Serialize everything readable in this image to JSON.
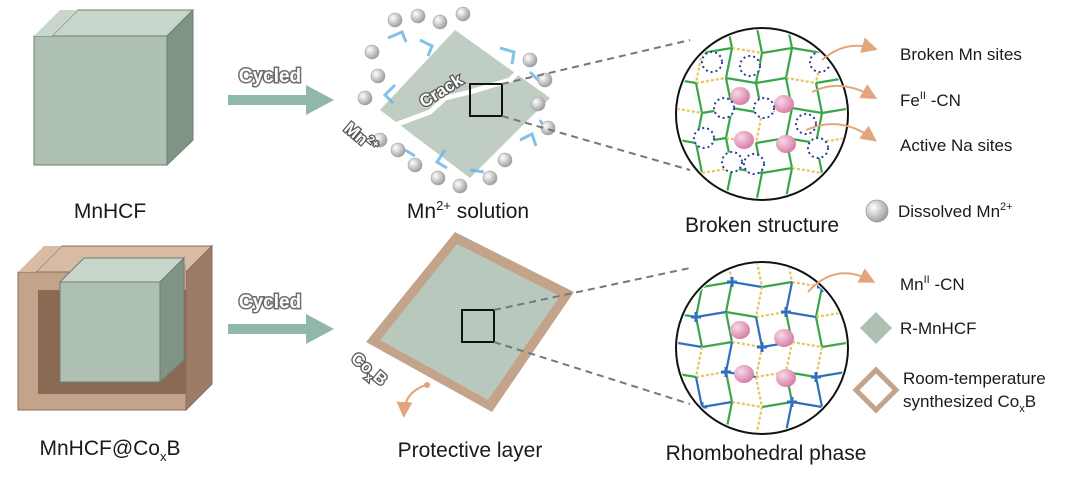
{
  "top_row": {
    "cube_label": "MnHCF",
    "arrow_label": "Cycled",
    "crack_label": "Crack",
    "mn_ion_label": "Mn",
    "mn_ion_charge": "2+",
    "solution_label_prefix": "Mn",
    "solution_label_sup": "2+",
    "solution_label_suffix": " solution",
    "circle_title": "Broken structure",
    "callouts": {
      "broken_mn": "Broken Mn sites",
      "fe_cn_prefix": "Fe",
      "fe_cn_sup": "II",
      "fe_cn_suffix": " -CN",
      "active_na": "Active Na sites"
    },
    "legend_dissolved_prefix": "Dissolved  Mn",
    "legend_dissolved_sup": "2+"
  },
  "bottom_row": {
    "cube_label_prefix": "MnHCF@Co",
    "cube_label_sub": "x",
    "cube_label_suffix": "B",
    "arrow_label": "Cycled",
    "coating_label_prefix": "Co",
    "coating_label_sub": "x",
    "coating_label_suffix": "B",
    "layer_label": "Protective layer",
    "circle_title": "Rhombohedral phase",
    "callouts": {
      "mn_cn_prefix": "Mn",
      "mn_cn_sup": "II",
      "mn_cn_suffix": " -CN",
      "r_mnhcf": "R-MnHCF",
      "room_temp_line1": "Room-temperature",
      "room_temp_line2_prefix": "synthesized Co",
      "room_temp_line2_sub": "x",
      "room_temp_line2_suffix": "B"
    }
  },
  "colors": {
    "cube_front": "#aec0b2",
    "cube_top": "#c9d6cc",
    "cube_side": "#7f9485",
    "shell_front": "#c4a38b",
    "shell_top": "#d8bba5",
    "shell_side": "#9c7c66",
    "arrow": "#8fb8a8",
    "callout_arrow": "#e2a57c",
    "lattice_green": "#3aa64a",
    "lattice_yellow": "#e6c55a",
    "lattice_blue": "#2f6fc0",
    "na_pink": "#e4a3c2",
    "broken_site": "#2a3a9a",
    "ion_grey": "#cfcfcf"
  }
}
